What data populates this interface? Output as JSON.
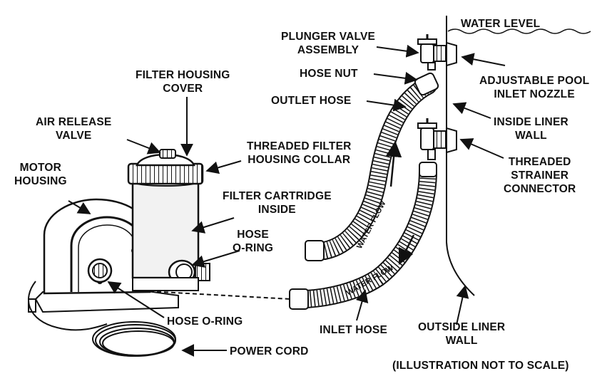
{
  "labels": {
    "water_level": "WATER LEVEL",
    "plunger_valve": [
      "PLUNGER VALVE",
      "ASSEMBLY"
    ],
    "hose_nut": "HOSE NUT",
    "outlet_hose": "OUTLET HOSE",
    "adjustable_nozzle": [
      "ADJUSTABLE POOL",
      "INLET NOZZLE"
    ],
    "inside_liner": [
      "INSIDE LINER",
      "WALL"
    ],
    "threaded_strainer": [
      "THREADED",
      "STRAINER",
      "CONNECTOR"
    ],
    "filter_cover": [
      "FILTER HOUSING",
      "COVER"
    ],
    "air_release": [
      "AIR RELEASE",
      "VALVE"
    ],
    "threaded_collar": [
      "THREADED FILTER",
      "HOUSING COLLAR"
    ],
    "motor_housing": [
      "MOTOR",
      "HOUSING"
    ],
    "filter_cartridge": [
      "FILTER CARTRIDGE",
      "INSIDE"
    ],
    "hose_oring_right": [
      "HOSE",
      "O-RING"
    ],
    "hose_oring_left": "HOSE O-RING",
    "inlet_hose": "INLET HOSE",
    "outside_liner": [
      "OUTSIDE LINER",
      "WALL"
    ],
    "power_cord": "POWER CORD",
    "not_to_scale": "(ILLUSTRATION NOT TO SCALE)",
    "water_flow_upper": "WATER FLOW",
    "water_flow_lower": "WATER FLOW"
  },
  "colors": {
    "ink": "#111111",
    "paper": "#ffffff",
    "filter_body": "#f2f2f2"
  }
}
